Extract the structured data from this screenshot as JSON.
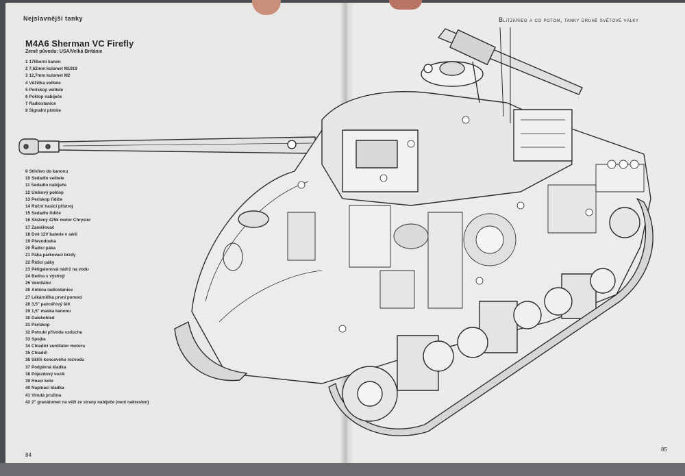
{
  "header": {
    "left_running_title": "Nejslavnější tanky",
    "right_running_title": "Blitzkrieg a co potom, tanky druhé světové války"
  },
  "figure": {
    "title": "M4A6 Sherman VC Firefly",
    "origin": "Země původu: USA/Velká Británie"
  },
  "legend_top": [
    {
      "n": "1",
      "text": "17liberní kanon"
    },
    {
      "n": "2",
      "text": "7,62mm kulomet M1919"
    },
    {
      "n": "3",
      "text": "12,7mm kulomet M2"
    },
    {
      "n": "4",
      "text": "Věžička velitele"
    },
    {
      "n": "5",
      "text": "Periskop velitele"
    },
    {
      "n": "6",
      "text": "Poklop nabíječe"
    },
    {
      "n": "7",
      "text": "Radiostanice"
    },
    {
      "n": "8",
      "text": "Signální pistole"
    }
  ],
  "legend_bottom": [
    {
      "n": "9",
      "text": "Střelivo do kanonu"
    },
    {
      "n": "10",
      "text": "Sedadlo velitele"
    },
    {
      "n": "11",
      "text": "Sedadlo nabíječe"
    },
    {
      "n": "12",
      "text": "Únikový poklop"
    },
    {
      "n": "13",
      "text": "Periskop řidiče"
    },
    {
      "n": "14",
      "text": "Ruční hasicí přístroj"
    },
    {
      "n": "15",
      "text": "Sedadlo řidiče"
    },
    {
      "n": "16",
      "text": "Složený 425k motor Chrysler"
    },
    {
      "n": "17",
      "text": "Zaměřovač"
    },
    {
      "n": "18",
      "text": "Dvě 12V baterie v sérii"
    },
    {
      "n": "19",
      "text": "Převodovka"
    },
    {
      "n": "20",
      "text": "Řadicí páka"
    },
    {
      "n": "21",
      "text": "Páka parkovací brzdy"
    },
    {
      "n": "22",
      "text": "Řídicí páky"
    },
    {
      "n": "23",
      "text": "Pětigalonová nádrž na vodu"
    },
    {
      "n": "24",
      "text": "Bedna s výstrojí"
    },
    {
      "n": "25",
      "text": "Ventilátor"
    },
    {
      "n": "26",
      "text": "Anténa radiostanice"
    },
    {
      "n": "27",
      "text": "Lékárnička první pomoci"
    },
    {
      "n": "28",
      "text": "3,5\" pancéřový štít"
    },
    {
      "n": "29",
      "text": "1,5\" maska kanonu"
    },
    {
      "n": "30",
      "text": "Dalekohled"
    },
    {
      "n": "31",
      "text": "Periskop"
    },
    {
      "n": "32",
      "text": "Potrubí přívodu vzduchu"
    },
    {
      "n": "33",
      "text": "Spojka"
    },
    {
      "n": "34",
      "text": "Chladicí ventilátor motoru"
    },
    {
      "n": "35",
      "text": "Chladič"
    },
    {
      "n": "36",
      "text": "Skříň koncového rozvodu"
    },
    {
      "n": "37",
      "text": "Podpěrná kladka"
    },
    {
      "n": "38",
      "text": "Pojezdový vozík"
    },
    {
      "n": "39",
      "text": "Hnací kolo"
    },
    {
      "n": "40",
      "text": "Napínací kladka"
    },
    {
      "n": "41",
      "text": "Vinutá pružina"
    },
    {
      "n": "42",
      "text": "2\" granátomet na věži ze strany nabíječe (není nakreslen)"
    }
  ],
  "page_numbers": {
    "left": "84",
    "right": "85"
  },
  "colors": {
    "page": "#e8e8e6",
    "ink": "#2a2a2a",
    "background": "#4a4d52"
  }
}
